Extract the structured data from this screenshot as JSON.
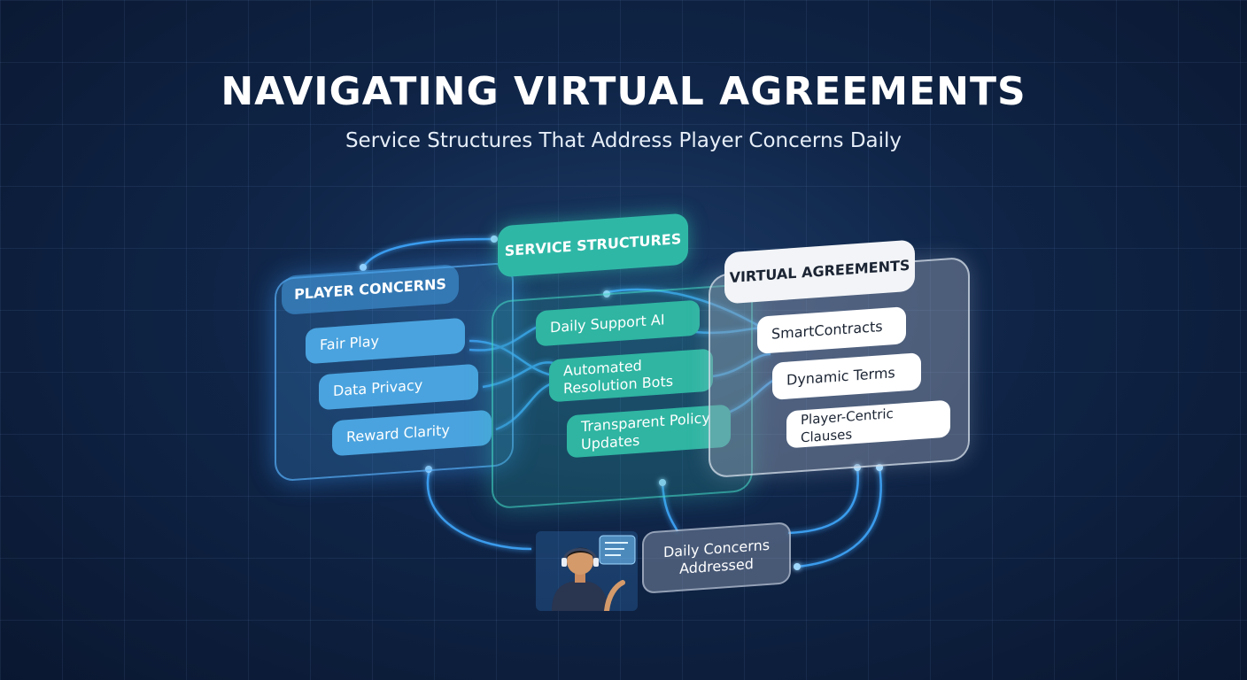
{
  "title": "NAVIGATING VIRTUAL AGREEMENTS",
  "subtitle": "Service Structures That Address Player Concerns Daily",
  "player_concerns": {
    "header": "PLAYER CONCERNS",
    "items": [
      "Fair Play",
      "Data Privacy",
      "Reward Clarity"
    ]
  },
  "service_structures": {
    "header": "SERVICE STRUCTURES",
    "items": [
      "Daily Support AI",
      "Automated Resolution Bots",
      "Transparent Policy Updates"
    ]
  },
  "virtual_agreements": {
    "header": "VIRTUAL AGREEMENTS",
    "items": [
      "SmartContracts",
      "Dynamic Terms",
      "Player-Centric Clauses"
    ]
  },
  "outcome": "Daily Concerns Addressed",
  "colors": {
    "blue": "#4aa3de",
    "teal": "#2fb5a2",
    "grey": "#f2f4f7",
    "wire": "#3fa9ff"
  }
}
